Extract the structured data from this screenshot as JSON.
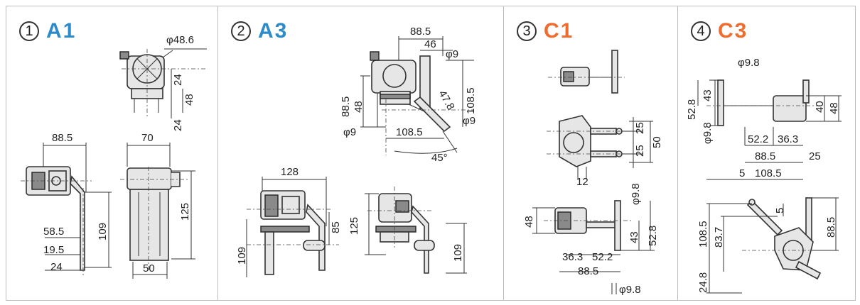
{
  "colors": {
    "blue": "#2e8bc9",
    "orange": "#ef6b2e",
    "border": "#bdbdbd"
  },
  "panels": [
    {
      "num": "1",
      "code": "A1",
      "color": "#2e8bc9"
    },
    {
      "num": "2",
      "code": "A3",
      "color": "#2e8bc9"
    },
    {
      "num": "3",
      "code": "C1",
      "color": "#ef6b2e"
    },
    {
      "num": "4",
      "code": "C3",
      "color": "#ef6b2e"
    }
  ],
  "dims": {
    "a1": {
      "pipe": "φ48.6",
      "d24a": "24",
      "d48": "48",
      "d24b": "24",
      "w88": "88.5",
      "w70": "70",
      "h125": "125",
      "h109": "109",
      "d585": "58.5",
      "d195": "19.5",
      "d24c": "24",
      "w50": "50"
    },
    "a3": {
      "w885": "88.5",
      "d46": "46",
      "phi9a": "φ9",
      "h885": "88.5",
      "d48": "48",
      "h1085": "108.5",
      "d478": "47.8",
      "phi9b": "φ9",
      "w1085": "108.5",
      "phi9c": "φ9",
      "ang": "45°",
      "w128": "128",
      "h109": "109",
      "d85": "85",
      "h125": "125",
      "h109b": "109"
    },
    "c1": {
      "d25a": "25",
      "d25b": "25",
      "d50": "50",
      "d12": "12",
      "phi98": "φ9.8",
      "d48": "48",
      "d43": "43",
      "d528": "52.8",
      "d363": "36.3",
      "d522": "52.2",
      "w885": "88.5",
      "phi98b": "φ9.8"
    },
    "c3": {
      "phi98": "φ9.8",
      "d528": "52.8",
      "d43": "43",
      "phi98b": "φ9.8",
      "d40": "40",
      "d48": "48",
      "d522": "52.2",
      "d363": "36.3",
      "w885": "88.5",
      "d25": "25",
      "d5": "5",
      "w1085": "108.5",
      "h1085": "108.5",
      "h837": "83.7",
      "h885": "88.5",
      "d5b": "5",
      "h248": "24.8"
    }
  }
}
